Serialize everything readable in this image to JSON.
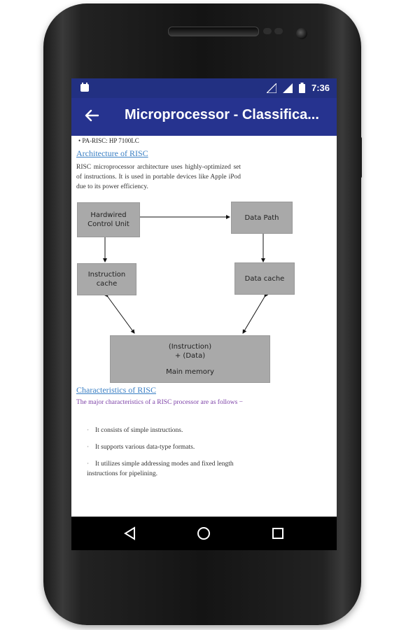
{
  "status_bar": {
    "time": "7:36",
    "icons": [
      "notification-icon",
      "signal-icon",
      "battery-icon"
    ]
  },
  "app_bar": {
    "title": "Microprocessor - Classifica..."
  },
  "content": {
    "top_bullet": "PA-RISC: HP 7100LC",
    "section1_heading": "Architecture of RISC",
    "section1_text": "RISC microprocessor architecture uses highly-optimized set of instructions. It is used in portable devices like Apple iPod due to its power efficiency.",
    "diagram": {
      "hardwired": "Hardwired Control Unit",
      "data_path": "Data Path",
      "instruction_cache": "Instruction cache",
      "data_cache": "Data cache",
      "memory_line1": "(Instruction)",
      "memory_line2": "+ (Data)",
      "memory_line3": "Main memory"
    },
    "section2_heading": "Characteristics of RISC",
    "section2_intro": "The major characteristics of a RISC processor are as follows −",
    "items": [
      "It consists of simple instructions.",
      "It supports various data-type formats.",
      "It utilizes simple addressing modes and fixed length instructions for pipelining."
    ]
  },
  "colors": {
    "status_bar": "#223082",
    "app_bar": "#26338f",
    "link": "#3a7fc4",
    "intro_text": "#7b3fa6"
  }
}
